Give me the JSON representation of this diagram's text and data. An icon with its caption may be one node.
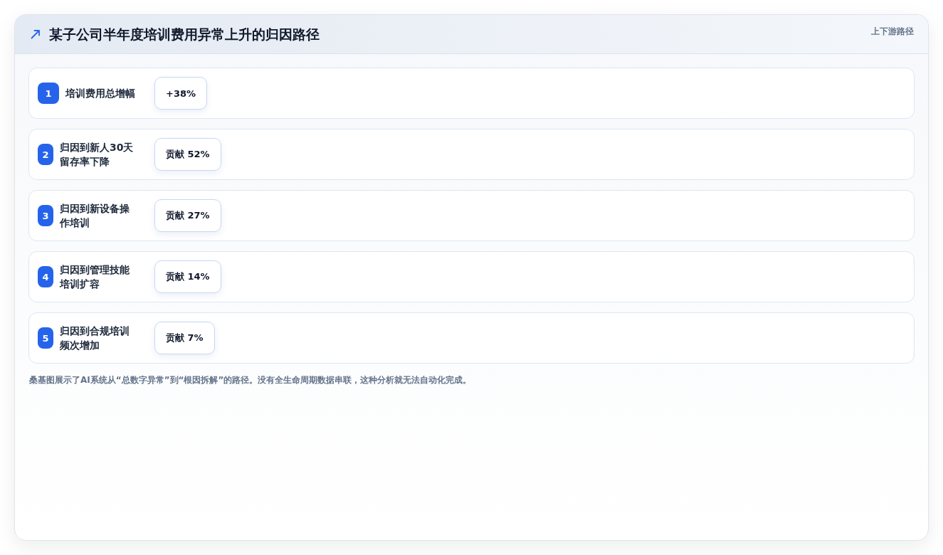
{
  "diagram": {
    "title": "某子公司半年度培训费用异常上升的归因路径",
    "caption": "桑基图展示了AI系统从“总数字异常”到“根因拆解”的路径。没有全生命周期数据串联，这种分析就无法自动化完成。",
    "nodes": [
      {
        "text": [
          "培训费用总增幅"
        ]
      },
      {
        "text": [
          "1"
        ],
        "in": 0
      },
      {
        "text": [
          "+38%"
        ],
        "in": 0
      },
      {
        "text": [
          "归因到新人30天留存率下降"
        ]
      },
      {
        "text": [
          "2"
        ],
        "in": 3
      },
      {
        "text": [
          "贡献 52%"
        ],
        "in": 3
      },
      {
        "text": [
          "归因到新设备操作培训"
        ]
      },
      {
        "text": [
          "3"
        ],
        "in": 6
      },
      {
        "text": [
          "贡献 27%"
        ],
        "in": 6
      },
      {
        "text": [
          "归因到管理技能培训扩容"
        ]
      },
      {
        "text": [
          "4"
        ],
        "in": 9
      },
      {
        "text": [
          "贡献 14%"
        ],
        "in": 9
      },
      {
        "text": [
          "归因到合规培训频次增加"
        ]
      },
      {
        "text": [
          "5"
        ],
        "in": 12
      },
      {
        "text": [
          "贡献 7%"
        ],
        "in": 12
      }
    ],
    "labels": [
      "上下游路径"
    ]
  }
}
